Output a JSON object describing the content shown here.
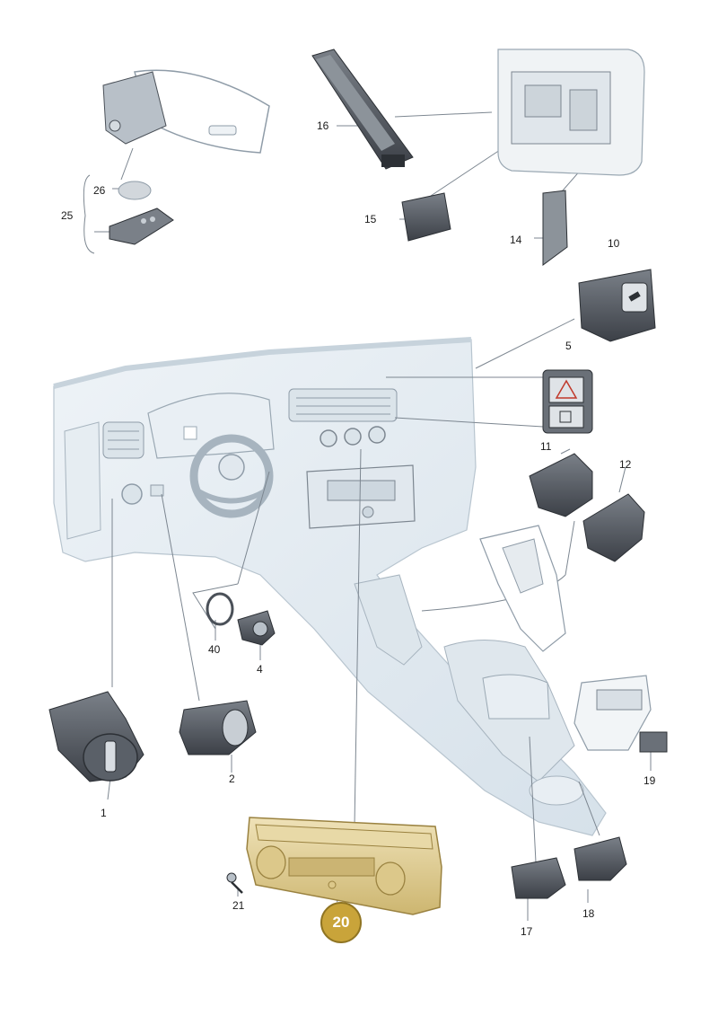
{
  "labels": {
    "l1": "1",
    "l2": "2",
    "l4": "4",
    "l5": "5",
    "l10": "10",
    "l11": "11",
    "l12": "12",
    "l14": "14",
    "l15": "15",
    "l16": "16",
    "l17": "17",
    "l18": "18",
    "l19": "19",
    "l21": "21",
    "l25": "25",
    "l26": "26",
    "l40": "40",
    "highlight": "20"
  },
  "colors": {
    "highlight_fill": "#c9a43a",
    "part_fill": "#565b62",
    "dash_fill": "#e4ecf2",
    "line": "#7c8690"
  }
}
